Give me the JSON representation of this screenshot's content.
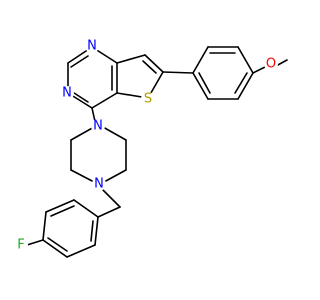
{
  "structure": {
    "atom_labels": {
      "n_pyrimidine_top": "N",
      "n_pyrimidine_left": "N",
      "s_thiophene": "S",
      "o_methoxy": "O",
      "n_piperazine_top": "N",
      "n_piperazine_bottom": "N",
      "f_fluoro": "F"
    },
    "colors": {
      "N": "#0000ff",
      "S": "#b59a00",
      "O": "#ff0000",
      "F": "#22aa22",
      "bond": "#000000"
    }
  }
}
